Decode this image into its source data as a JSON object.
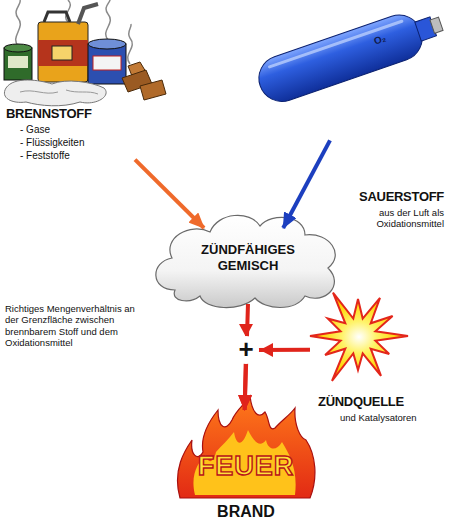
{
  "diagram": {
    "nodes": [
      {
        "text": [
          "BRENNSTOFF",
          "- Gase",
          "- Flüssigkeiten",
          "- Feststoffe"
        ]
      },
      {
        "text": [
          "SAUERSTOFF",
          "aus der Luft als Oxidationsmittel"
        ]
      },
      {
        "text": [
          "ZÜNDFÄHIGES GEMISCH"
        ]
      },
      {
        "text": [
          "ZÜNDQUELLE",
          "und Katalysatoren"
        ]
      },
      {
        "text": [
          "FEUER",
          "BRAND"
        ]
      }
    ],
    "edges": [
      {
        "from": 0,
        "to": 2,
        "arrow": "to"
      },
      {
        "from": 1,
        "to": 2,
        "arrow": "to"
      },
      {
        "from": 2,
        "to": 4,
        "arrow": "to"
      },
      {
        "from": 3,
        "to": 4,
        "arrow": "to"
      }
    ],
    "labels": [
      "O₂",
      "Richtiges Mengenverhältnis an der Grenzfläche zwischen brennbarem Stoff und dem Oxidationsmittel",
      "+"
    ]
  }
}
